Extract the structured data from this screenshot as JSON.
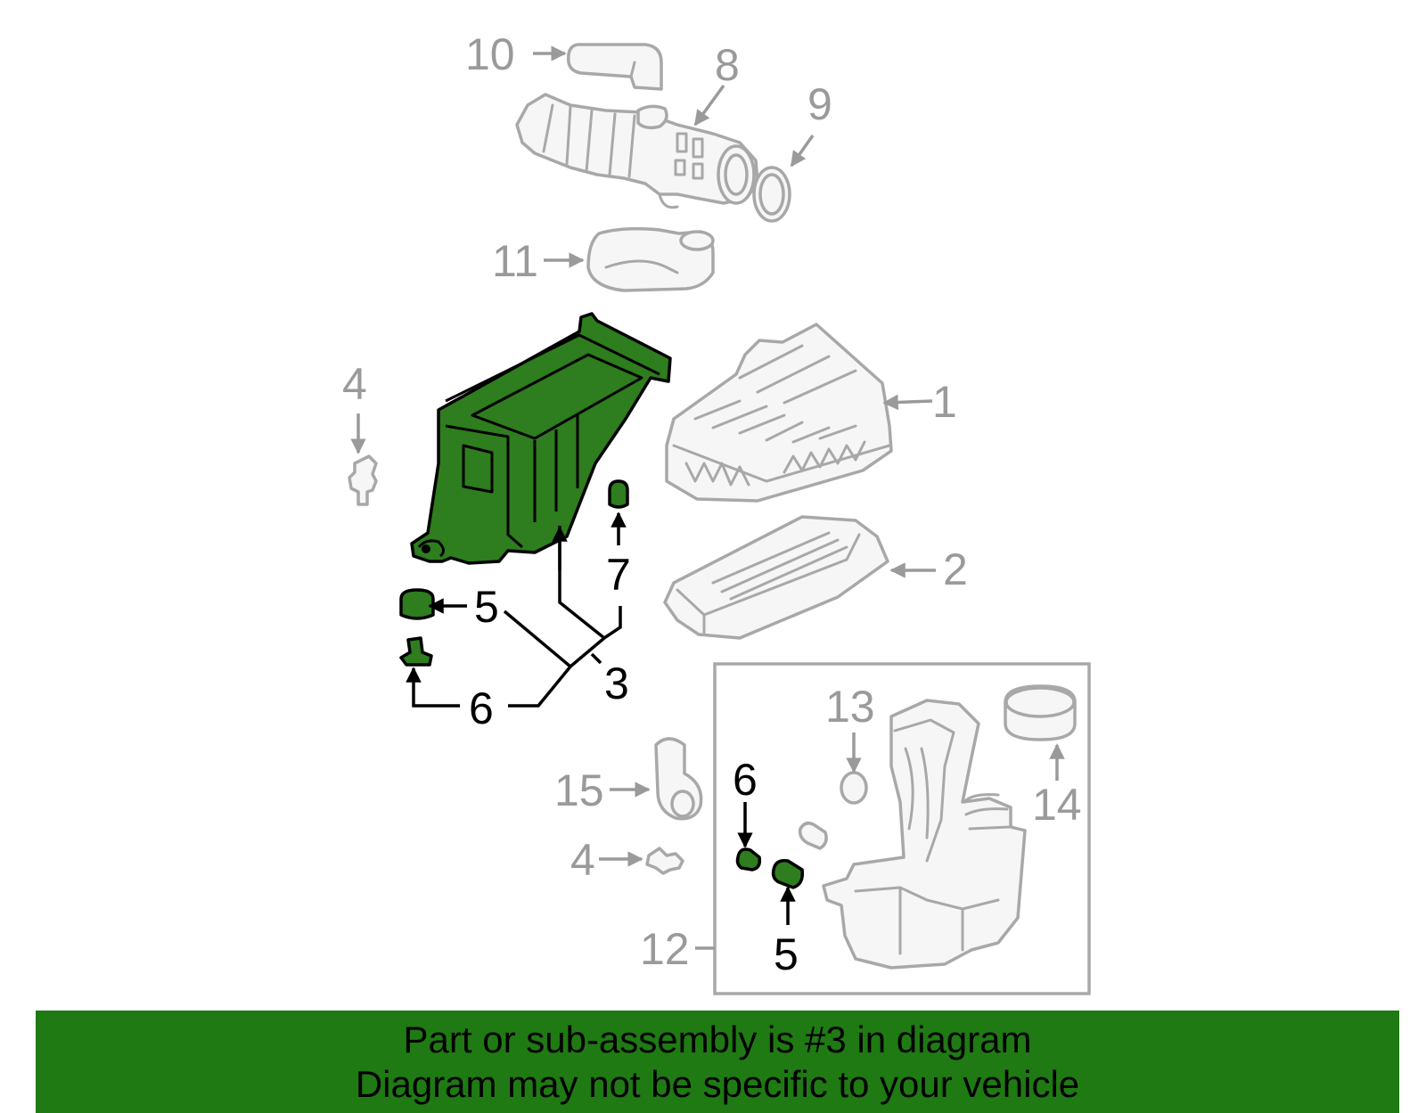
{
  "diagram": {
    "callouts": {
      "c1": "1",
      "c2": "2",
      "c3": "3",
      "c4a": "4",
      "c4b": "4",
      "c5a": "5",
      "c5b": "5",
      "c6a": "6",
      "c6b": "6",
      "c7": "7",
      "c8": "8",
      "c9": "9",
      "c10": "10",
      "c11": "11",
      "c12": "12",
      "c13": "13",
      "c14": "14",
      "c15": "15"
    },
    "highlighted_part": "3",
    "colors": {
      "highlight": "#2e7d1e",
      "outline": "#a8a8a8",
      "banner": "#1f7a13"
    }
  },
  "banner": {
    "line1": "Part or sub-assembly is #3 in diagram",
    "line2": "Diagram may not be specific to your vehicle"
  }
}
